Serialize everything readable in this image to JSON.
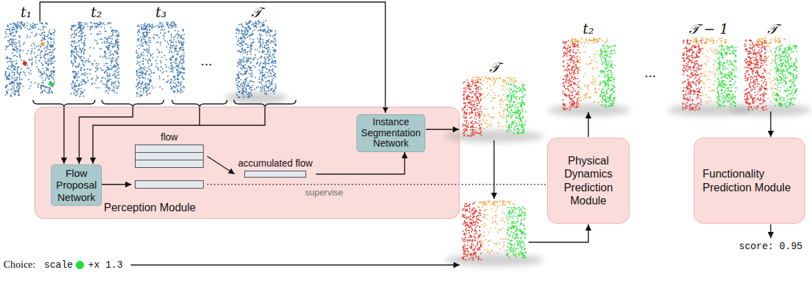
{
  "diagram": {
    "nodes": [
      {
        "text": [
          "Perception Module"
        ]
      },
      {
        "text": [
          "Flow Proposal Network"
        ],
        "in": 0
      },
      {
        "text": [
          "flow"
        ],
        "in": 0
      },
      {
        "text": [
          "accumulated flow"
        ],
        "in": 0
      },
      {
        "text": [
          "Instance Segmentation Network"
        ],
        "in": 0
      },
      {
        "text": [
          "Physical Dynamics Prediction Module"
        ]
      },
      {
        "text": [
          "Functionality Prediction Module"
        ]
      }
    ],
    "edges": [
      {
        "from": 1,
        "to": 2,
        "arrow": "to"
      },
      {
        "from": 2,
        "to": 3,
        "arrow": "to"
      },
      {
        "from": 3,
        "to": 4,
        "arrow": "to"
      },
      {
        "from": 2,
        "to": 5,
        "label": "supervise",
        "arrow": "none"
      }
    ],
    "labels": [
      "t₁",
      "t₂",
      "t₃",
      "...",
      "𝒯",
      "𝒯",
      "Choice:",
      "scale",
      "+x 1.3",
      "t₂",
      "...",
      "𝒯 − 1",
      "𝒯",
      "score: 0.95"
    ]
  }
}
